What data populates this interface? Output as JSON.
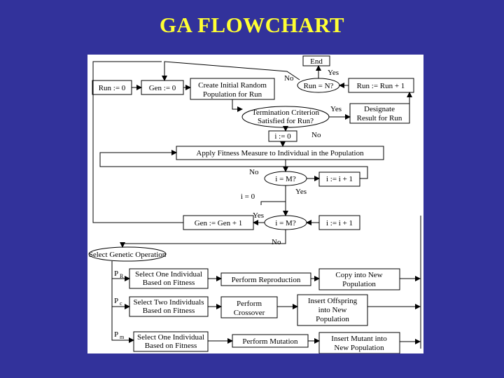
{
  "slide": {
    "title": "GA FLOWCHART"
  },
  "flow": {
    "end": "End",
    "run0": "Run := 0",
    "gen0": "Gen := 0",
    "create_1": "Create Initial Random",
    "create_2": "Population for Run",
    "run_eq_n": "Run = N?",
    "run_inc": "Run := Run + 1",
    "term_1": "Termination Criterion",
    "term_2": "Satisfied for Run?",
    "designate_1": "Designate",
    "designate_2": "Result for Run",
    "i0_a": "i := 0",
    "fitness": "Apply Fitness Measure to Individual in the Population",
    "i_eq_m_a": "i = M?",
    "i_inc_a": "i := i + 1",
    "i0_b": "i = 0",
    "gen_inc": "Gen := Gen + 1",
    "i_eq_m_b": "i = M?",
    "i_inc_b": "i := i + 1",
    "select_op": "Select Genetic Operation",
    "pr_main": "P",
    "pr_sub": "R",
    "pc_main": "P",
    "pc_sub": "c",
    "pm_main": "P",
    "pm_sub": "m",
    "sel_one_a_1": "Select One Individual",
    "sel_one_a_2": "Based on Fitness",
    "reproduction": "Perform Reproduction",
    "copy_1": "Copy into New",
    "copy_2": "Population",
    "sel_two_1": "Select Two Individuals",
    "sel_two_2": "Based on Fitness",
    "crossover_1": "Perform",
    "crossover_2": "Crossover",
    "offspring_1": "Insert  Offspring",
    "offspring_2": "into New",
    "offspring_3": "Population",
    "sel_one_b_1": "Select One Individual",
    "sel_one_b_2": "Based on Fitness",
    "mutation": "Perform Mutation",
    "mutant_1": "Insert Mutant into",
    "mutant_2": "New Population"
  },
  "labels": {
    "yes_end": "Yes",
    "no_run": "No",
    "yes_term": "Yes",
    "no_term": "No",
    "no_fit": "No",
    "yes_fit": "Yes",
    "yes_gen": "Yes",
    "no_gen": "No"
  }
}
